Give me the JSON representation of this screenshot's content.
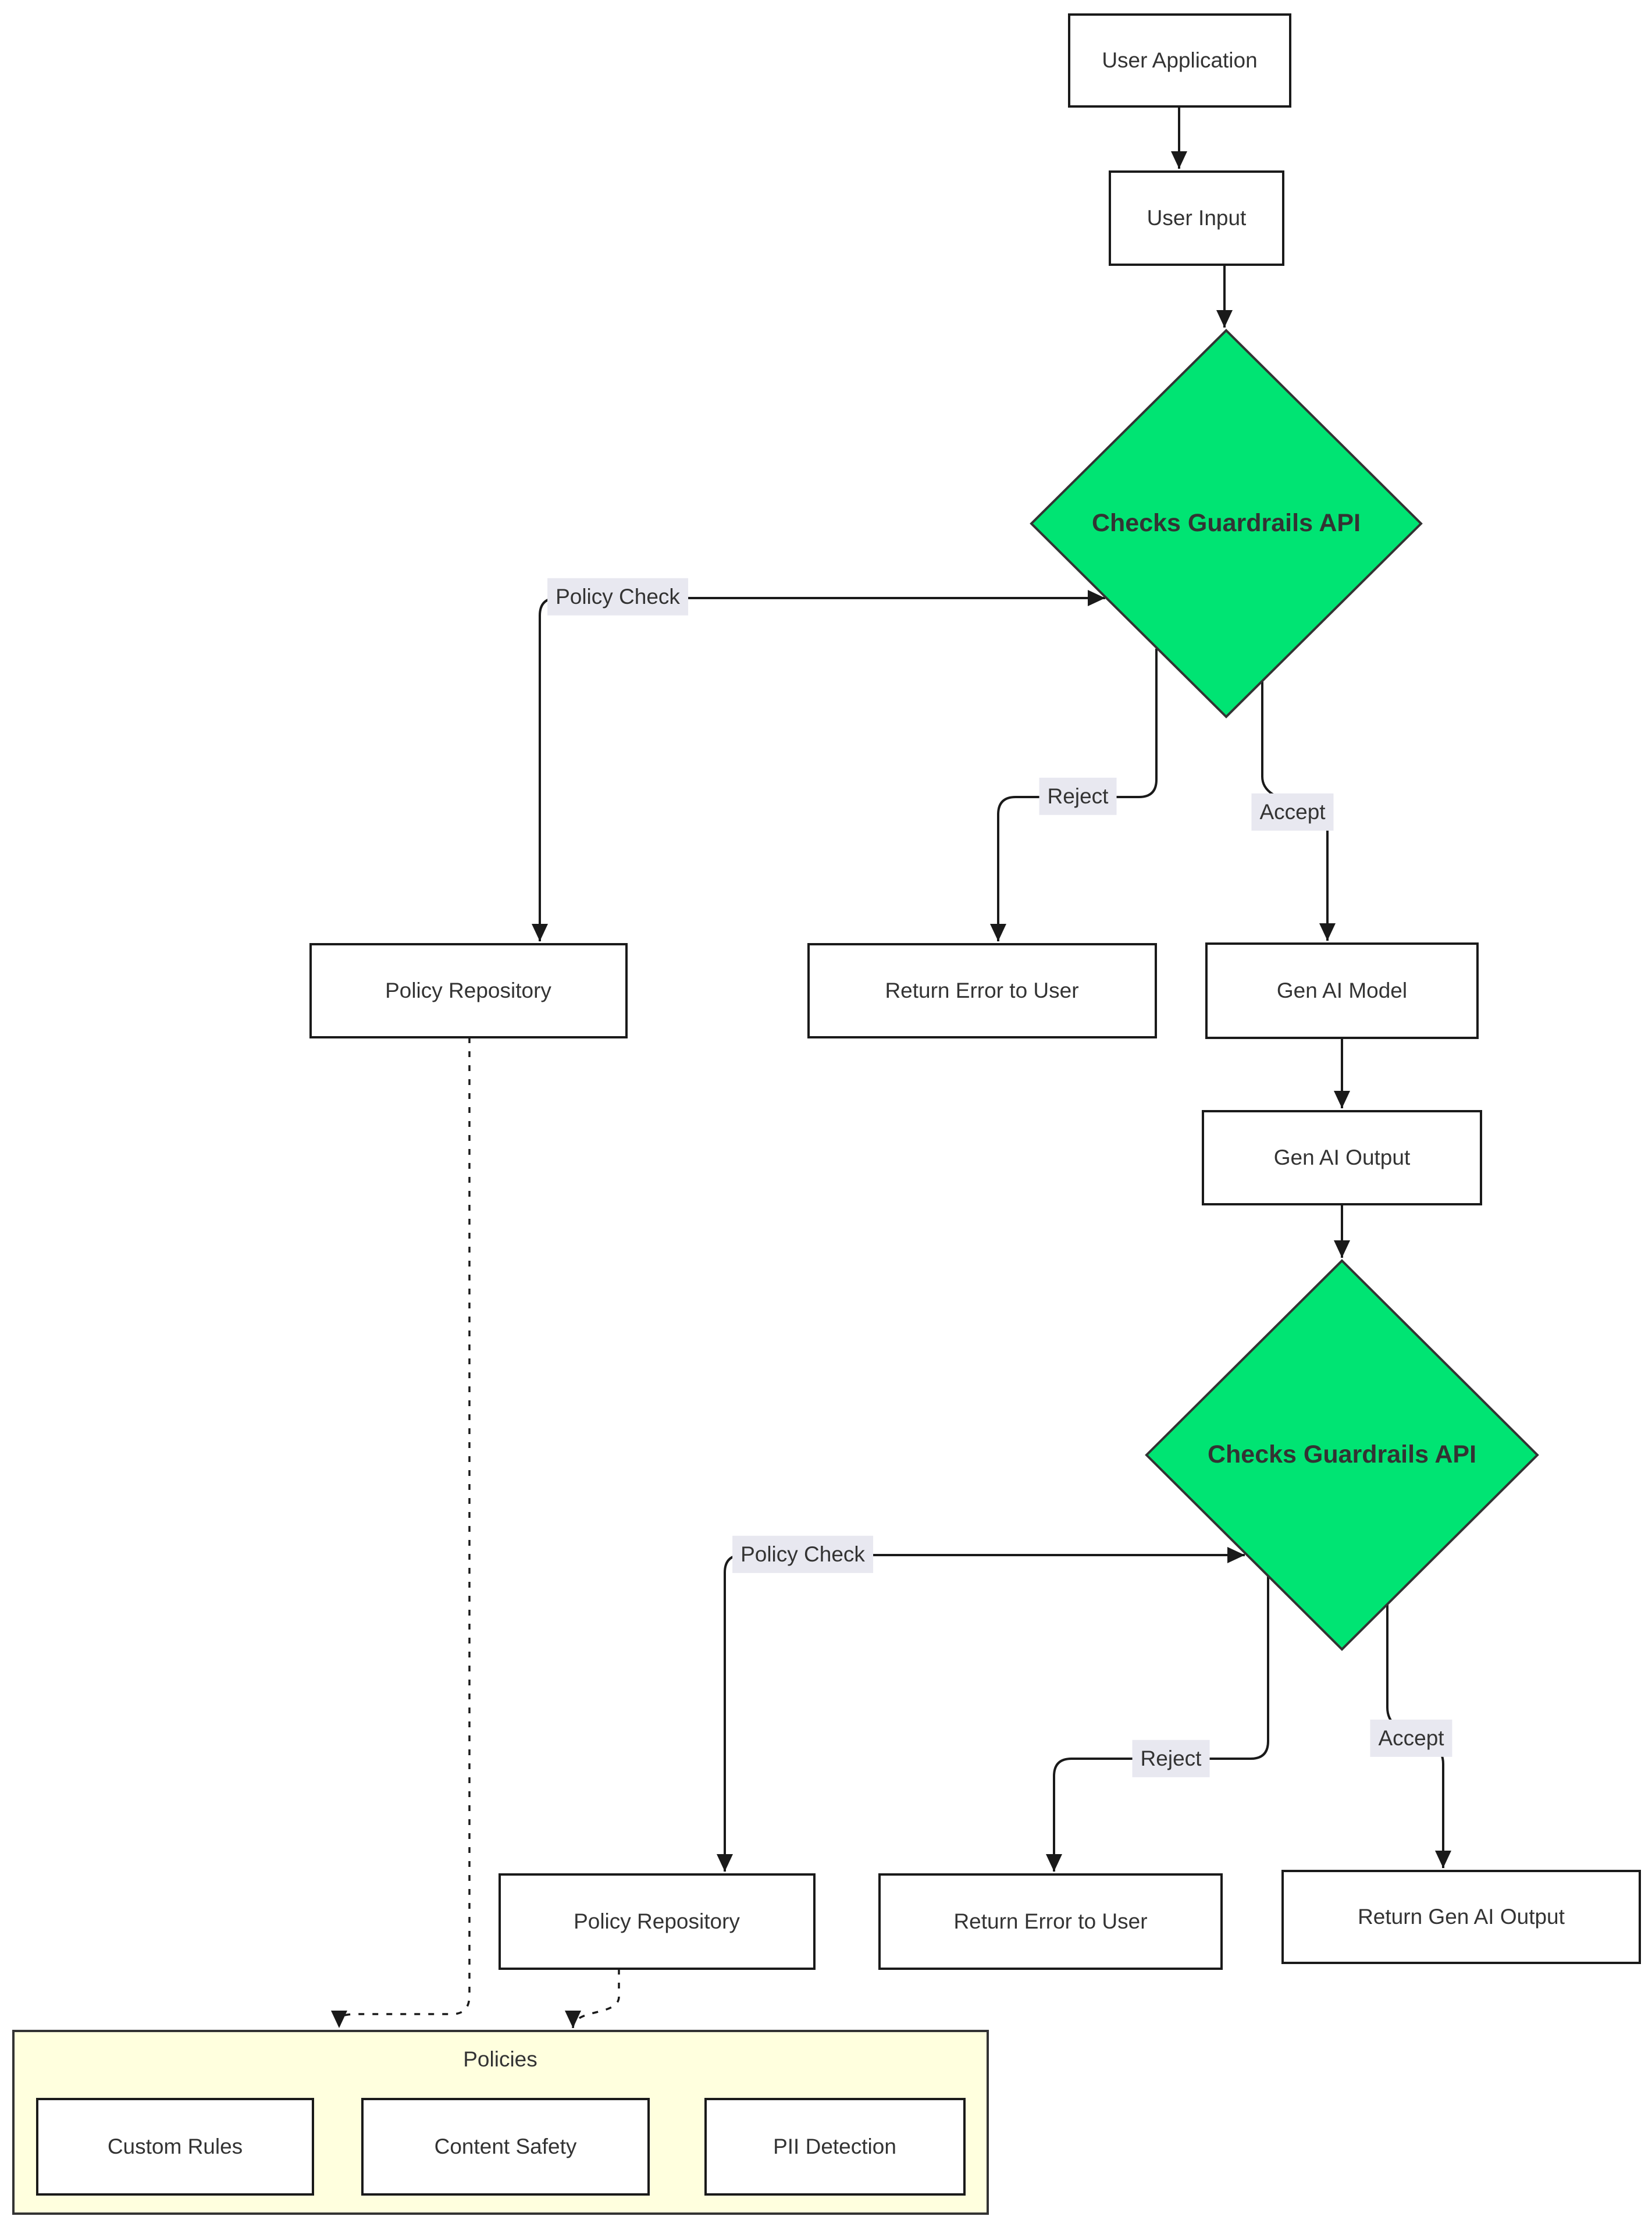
{
  "diagram": {
    "type": "flowchart",
    "background": "#ffffff",
    "colors": {
      "decision_fill": "#00e473",
      "decision_stroke": "#333333",
      "node_fill": "#ffffff",
      "node_stroke": "#1a1a1a",
      "edge_color": "#1a1a1a",
      "edge_label_bg": "#e8e8f0",
      "text": "#333333",
      "container_fill": "#ffffde",
      "container_stroke": "#333333"
    },
    "nodes": {
      "user_application": {
        "label": "User Application",
        "shape": "rect"
      },
      "user_input": {
        "label": "User Input",
        "shape": "rect"
      },
      "check_input": {
        "label": "Checks Guardrails API",
        "shape": "diamond"
      },
      "policy_repository_1": {
        "label": "Policy Repository",
        "shape": "rect"
      },
      "return_error_1": {
        "label": "Return Error to User",
        "shape": "rect"
      },
      "gen_ai_model": {
        "label": "Gen AI Model",
        "shape": "rect"
      },
      "gen_ai_output": {
        "label": "Gen AI Output",
        "shape": "rect"
      },
      "check_output": {
        "label": "Checks Guardrails API",
        "shape": "diamond"
      },
      "policy_repository_2": {
        "label": "Policy Repository",
        "shape": "rect"
      },
      "return_error_2": {
        "label": "Return Error to User",
        "shape": "rect"
      },
      "return_gen_ai_output": {
        "label": "Return Gen AI Output",
        "shape": "rect"
      },
      "policies_container": {
        "label": "Policies",
        "shape": "container"
      },
      "custom_rules": {
        "label": "Custom Rules",
        "shape": "rect"
      },
      "content_safety": {
        "label": "Content Safety",
        "shape": "rect"
      },
      "pii_detection": {
        "label": "PII Detection",
        "shape": "rect"
      }
    },
    "edge_labels": {
      "policy_check_1": "Policy Check",
      "reject_1": "Reject",
      "accept_1": "Accept",
      "policy_check_2": "Policy Check",
      "reject_2": "Reject",
      "accept_2": "Accept"
    }
  }
}
